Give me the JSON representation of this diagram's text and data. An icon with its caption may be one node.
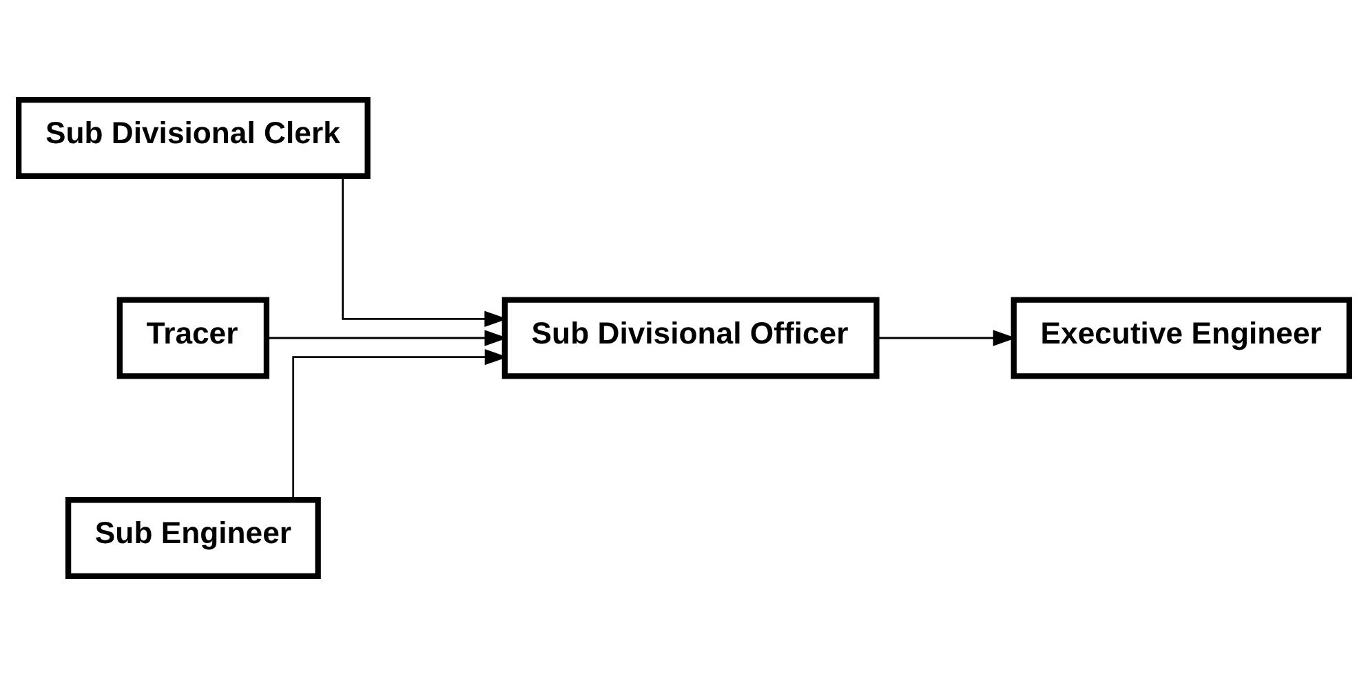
{
  "diagram": {
    "nodes": [
      {
        "text": [
          "Sub Divisional Clerk"
        ]
      },
      {
        "text": [
          "Tracer"
        ]
      },
      {
        "text": [
          "Sub Engineer"
        ]
      },
      {
        "text": [
          "Sub Divisional Officer"
        ]
      },
      {
        "text": [
          "Executive Engineer"
        ]
      }
    ],
    "edges": [
      {
        "from": 0,
        "to": 3,
        "arrow": "to"
      },
      {
        "from": 1,
        "to": 3,
        "arrow": "to"
      },
      {
        "from": 2,
        "to": 3,
        "arrow": "to"
      },
      {
        "from": 3,
        "to": 4,
        "arrow": "to"
      }
    ]
  }
}
